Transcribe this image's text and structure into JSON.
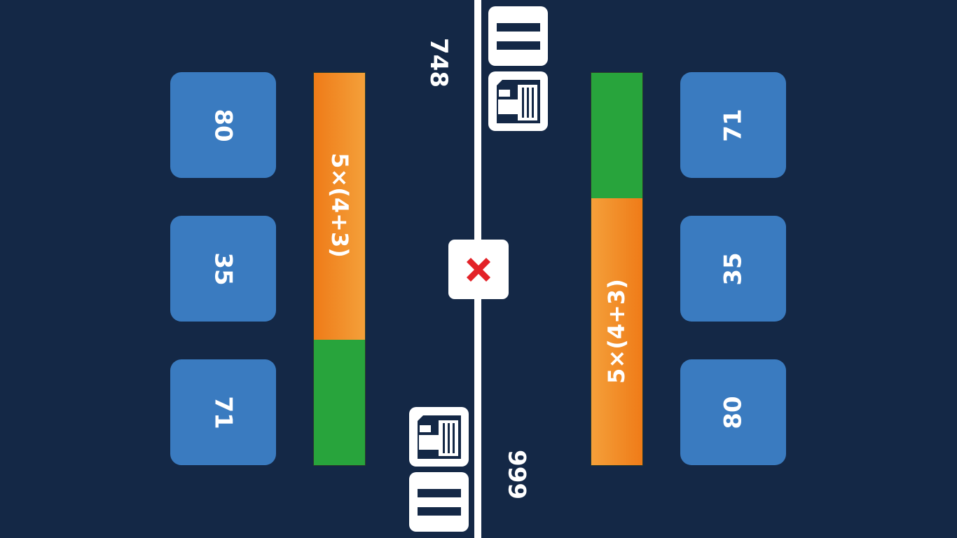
{
  "colors": {
    "background": "#142846",
    "tile": "#3a7bc0",
    "timer_green": "#28a43c",
    "timer_orange": "#ef7b18",
    "close_red": "#e32228"
  },
  "left_player": {
    "score": "748",
    "expression": "5×(4+3)",
    "timer_remaining_fraction": 0.32,
    "tiles": [
      "80",
      "35",
      "71"
    ],
    "buttons": {
      "save_icon": "floppy-disk-icon",
      "pause_icon": "pause-icon"
    }
  },
  "right_player": {
    "score": "666",
    "expression": "5×(4+3)",
    "timer_remaining_fraction": 0.32,
    "tiles": [
      "71",
      "35",
      "80"
    ],
    "buttons": {
      "save_icon": "floppy-disk-icon",
      "pause_icon": "pause-icon"
    }
  },
  "center": {
    "close_icon": "close-x-icon"
  }
}
